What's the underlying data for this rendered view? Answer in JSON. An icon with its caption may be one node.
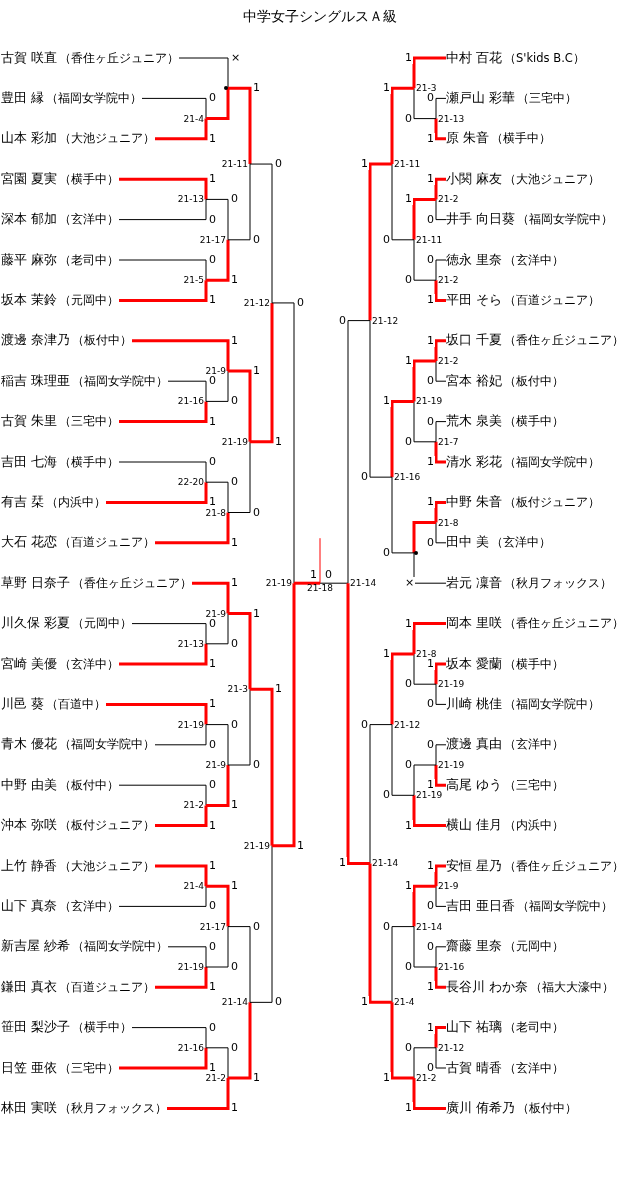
{
  "diagram": {
    "title": "中学女子シングルスＡ級",
    "nodes": [
      {
        "text": [
          "古賀 咲直",
          "（香住ヶ丘ジュニア）"
        ]
      },
      {
        "text": [
          "豊田 縁",
          "（福岡女学院中）"
        ]
      },
      {
        "text": [
          "山本 彩加",
          "（大池ジュニア）"
        ]
      },
      {
        "text": [
          "宮園 夏実",
          "（横手中）"
        ]
      },
      {
        "text": [
          "深本 郁加",
          "（玄洋中）"
        ]
      },
      {
        "text": [
          "藤平 麻弥",
          "（老司中）"
        ]
      },
      {
        "text": [
          "坂本 茉鈴",
          "（元岡中）"
        ]
      },
      {
        "text": [
          "渡邊 奈津乃",
          "（板付中）"
        ]
      },
      {
        "text": [
          "稲吉 珠理亜",
          "（福岡女学院中）"
        ]
      },
      {
        "text": [
          "古賀 朱里",
          "（三宅中）"
        ]
      },
      {
        "text": [
          "吉田 七海",
          "（横手中）"
        ]
      },
      {
        "text": [
          "有吉 栞",
          "（内浜中）"
        ]
      },
      {
        "text": [
          "大石 花恋",
          "（百道ジュニア）"
        ]
      },
      {
        "text": [
          "草野 日奈子",
          "（香住ヶ丘ジュニア）"
        ]
      },
      {
        "text": [
          "川久保 彩夏",
          "（元岡中）"
        ]
      },
      {
        "text": [
          "宮崎 美優",
          "（玄洋中）"
        ]
      },
      {
        "text": [
          "川邑 葵",
          "（百道中）"
        ]
      },
      {
        "text": [
          "青木 優花",
          "（福岡女学院中）"
        ]
      },
      {
        "text": [
          "中野 由美",
          "（板付中）"
        ]
      },
      {
        "text": [
          "沖本 弥咲",
          "（板付ジュニア）"
        ]
      },
      {
        "text": [
          "上竹 静香",
          "（大池ジュニア）"
        ]
      },
      {
        "text": [
          "山下 真奈",
          "（玄洋中）"
        ]
      },
      {
        "text": [
          "新吉屋 紗希",
          "（福岡女学院中）"
        ]
      },
      {
        "text": [
          "鎌田 真衣",
          "（百道ジュニア）"
        ]
      },
      {
        "text": [
          "笹田 梨沙子",
          "（横手中）"
        ]
      },
      {
        "text": [
          "日笠 亜依",
          "（三宅中）"
        ]
      },
      {
        "text": [
          "林田 実咲",
          "（秋月フォックス）"
        ]
      },
      {
        "text": [
          "中村 百花",
          "（S'kids B.C）"
        ]
      },
      {
        "text": [
          "瀬戸山 彩華",
          "（三宅中）"
        ]
      },
      {
        "text": [
          "原 朱音",
          "（横手中）"
        ]
      },
      {
        "text": [
          "小関 麻友",
          "（大池ジュニア）"
        ]
      },
      {
        "text": [
          "井手 向日葵",
          "（福岡女学院中）"
        ]
      },
      {
        "text": [
          "徳永 里奈",
          "（玄洋中）"
        ]
      },
      {
        "text": [
          "平田 そら",
          "（百道ジュニア）"
        ]
      },
      {
        "text": [
          "坂口 千夏",
          "（香住ヶ丘ジュニア）"
        ]
      },
      {
        "text": [
          "宮本 裕妃",
          "（板付中）"
        ]
      },
      {
        "text": [
          "荒木 泉美",
          "（横手中）"
        ]
      },
      {
        "text": [
          "清水 彩花",
          "（福岡女学院中）"
        ]
      },
      {
        "text": [
          "中野 朱音",
          "（板付ジュニア）"
        ]
      },
      {
        "text": [
          "田中 美",
          "（玄洋中）"
        ]
      },
      {
        "text": [
          "岩元 凜音",
          "（秋月フォックス）"
        ]
      },
      {
        "text": [
          "岡本 里咲",
          "（香住ヶ丘ジュニア）"
        ]
      },
      {
        "text": [
          "坂本 愛蘭",
          "（横手中）"
        ]
      },
      {
        "text": [
          "川崎 桃佳",
          "（福岡女学院中）"
        ]
      },
      {
        "text": [
          "渡邊 真由",
          "（玄洋中）"
        ]
      },
      {
        "text": [
          "高尾 ゆう",
          "（三宅中）"
        ]
      },
      {
        "text": [
          "横山 佳月",
          "（内浜中）"
        ]
      },
      {
        "text": [
          "安恒 星乃",
          "（香住ヶ丘ジュニア）"
        ]
      },
      {
        "text": [
          "吉田 亜日香",
          "（福岡女学院中）"
        ]
      },
      {
        "text": [
          "齋藤 里奈",
          "（元岡中）"
        ]
      },
      {
        "text": [
          "長谷川 わか奈",
          "（福大大濠中）"
        ]
      },
      {
        "text": [
          "山下 祐璃",
          "（老司中）"
        ]
      },
      {
        "text": [
          "古賀 晴香",
          "（玄洋中）"
        ]
      },
      {
        "text": [
          "廣川 侑希乃",
          "（板付中）"
        ]
      },
      {
        "text": [
          "21-4"
        ]
      },
      {
        "text": [],
        "shape": "point"
      },
      {
        "text": [
          "21-13"
        ]
      },
      {
        "text": [
          "21-5"
        ]
      },
      {
        "text": [
          "21-17"
        ]
      },
      {
        "text": [
          "21-11"
        ]
      },
      {
        "text": [
          "21-16"
        ]
      },
      {
        "text": [
          "21-9"
        ]
      },
      {
        "text": [
          "22-20"
        ]
      },
      {
        "text": [
          "21-8"
        ]
      },
      {
        "text": [
          "21-19"
        ]
      },
      {
        "text": [
          "21-12"
        ]
      },
      {
        "text": [
          "21-13"
        ]
      },
      {
        "text": [
          "21-9"
        ]
      },
      {
        "text": [
          "21-19"
        ]
      },
      {
        "text": [
          "21-2"
        ]
      },
      {
        "text": [
          "21-9"
        ]
      },
      {
        "text": [
          "21-3"
        ]
      },
      {
        "text": [
          "21-4"
        ]
      },
      {
        "text": [
          "21-19"
        ]
      },
      {
        "text": [
          "21-17"
        ]
      },
      {
        "text": [
          "21-16"
        ]
      },
      {
        "text": [
          "21-2"
        ]
      },
      {
        "text": [
          "21-14"
        ]
      },
      {
        "text": [
          "21-19"
        ]
      },
      {
        "text": [
          "21-19"
        ]
      },
      {
        "text": [
          "21-18"
        ]
      },
      {
        "text": [
          "21-13"
        ]
      },
      {
        "text": [
          "21-3"
        ]
      },
      {
        "text": [
          "21-2"
        ]
      },
      {
        "text": [
          "21-2"
        ]
      },
      {
        "text": [
          "21-11"
        ]
      },
      {
        "text": [
          "21-11"
        ]
      },
      {
        "text": [
          "21-2"
        ]
      },
      {
        "text": [
          "21-7"
        ]
      },
      {
        "text": [
          "21-19"
        ]
      },
      {
        "text": [
          "21-8"
        ]
      },
      {
        "text": [],
        "shape": "point"
      },
      {
        "text": [
          "21-16"
        ]
      },
      {
        "text": [
          "21-12"
        ]
      },
      {
        "text": [
          "21-19"
        ]
      },
      {
        "text": [
          "21-8"
        ]
      },
      {
        "text": [
          "21-19"
        ]
      },
      {
        "text": [
          "21-19"
        ]
      },
      {
        "text": [
          "21-12"
        ]
      },
      {
        "text": [
          "21-9"
        ]
      },
      {
        "text": [
          "21-16"
        ]
      },
      {
        "text": [
          "21-14"
        ]
      },
      {
        "text": [
          "21-12"
        ]
      },
      {
        "text": [
          "21-2"
        ]
      },
      {
        "text": [
          "21-4"
        ]
      },
      {
        "text": [
          "21-14"
        ]
      },
      {
        "text": [
          "21-14"
        ]
      }
    ],
    "edges": [
      {
        "from": 1,
        "to": 54,
        "arrow": "none",
        "label": "0",
        "color": "#000000"
      },
      {
        "from": 2,
        "to": 54,
        "arrow": "none",
        "label": "1",
        "style": "thick",
        "color": "#ff0000"
      },
      {
        "from": 0,
        "to": 55,
        "arrow": "none",
        "label": "×",
        "color": "#000000"
      },
      {
        "from": 54,
        "to": 55,
        "arrow": "none",
        "style": "thick",
        "color": "#ff0000"
      },
      {
        "from": 3,
        "to": 56,
        "arrow": "none",
        "label": "1",
        "style": "thick",
        "color": "#ff0000"
      },
      {
        "from": 4,
        "to": 56,
        "arrow": "none",
        "label": "0",
        "color": "#000000"
      },
      {
        "from": 5,
        "to": 57,
        "arrow": "none",
        "label": "0",
        "color": "#000000"
      },
      {
        "from": 6,
        "to": 57,
        "arrow": "none",
        "label": "1",
        "style": "thick",
        "color": "#ff0000"
      },
      {
        "from": 56,
        "to": 58,
        "arrow": "none",
        "label": "0",
        "color": "#000000"
      },
      {
        "from": 57,
        "to": 58,
        "arrow": "none",
        "label": "1",
        "style": "thick",
        "color": "#ff0000"
      },
      {
        "from": 55,
        "to": 59,
        "arrow": "none",
        "label": "1",
        "style": "thick",
        "color": "#ff0000"
      },
      {
        "from": 58,
        "to": 59,
        "arrow": "none",
        "label": "0",
        "color": "#000000"
      },
      {
        "from": 8,
        "to": 60,
        "arrow": "none",
        "label": "0",
        "color": "#000000"
      },
      {
        "from": 9,
        "to": 60,
        "arrow": "none",
        "label": "1",
        "style": "thick",
        "color": "#ff0000"
      },
      {
        "from": 7,
        "to": 61,
        "arrow": "none",
        "label": "1",
        "style": "thick",
        "color": "#ff0000"
      },
      {
        "from": 60,
        "to": 61,
        "arrow": "none",
        "label": "0",
        "color": "#000000"
      },
      {
        "from": 10,
        "to": 62,
        "arrow": "none",
        "label": "0",
        "color": "#000000"
      },
      {
        "from": 11,
        "to": 62,
        "arrow": "none",
        "label": "1",
        "style": "thick",
        "color": "#ff0000"
      },
      {
        "from": 62,
        "to": 63,
        "arrow": "none",
        "label": "0",
        "color": "#000000"
      },
      {
        "from": 12,
        "to": 63,
        "arrow": "none",
        "label": "1",
        "style": "thick",
        "color": "#ff0000"
      },
      {
        "from": 61,
        "to": 64,
        "arrow": "none",
        "label": "1",
        "style": "thick",
        "color": "#ff0000"
      },
      {
        "from": 63,
        "to": 64,
        "arrow": "none",
        "label": "0",
        "color": "#000000"
      },
      {
        "from": 59,
        "to": 65,
        "arrow": "none",
        "label": "0",
        "color": "#000000"
      },
      {
        "from": 64,
        "to": 65,
        "arrow": "none",
        "label": "1",
        "style": "thick",
        "color": "#ff0000"
      },
      {
        "from": 14,
        "to": 66,
        "arrow": "none",
        "label": "0",
        "color": "#000000"
      },
      {
        "from": 15,
        "to": 66,
        "arrow": "none",
        "label": "1",
        "style": "thick",
        "color": "#ff0000"
      },
      {
        "from": 13,
        "to": 67,
        "arrow": "none",
        "label": "1",
        "style": "thick",
        "color": "#ff0000"
      },
      {
        "from": 66,
        "to": 67,
        "arrow": "none",
        "label": "0",
        "color": "#000000"
      },
      {
        "from": 16,
        "to": 68,
        "arrow": "none",
        "label": "1",
        "style": "thick",
        "color": "#ff0000"
      },
      {
        "from": 17,
        "to": 68,
        "arrow": "none",
        "label": "0",
        "color": "#000000"
      },
      {
        "from": 18,
        "to": 69,
        "arrow": "none",
        "label": "0",
        "color": "#000000"
      },
      {
        "from": 19,
        "to": 69,
        "arrow": "none",
        "label": "1",
        "style": "thick",
        "color": "#ff0000"
      },
      {
        "from": 68,
        "to": 70,
        "arrow": "none",
        "label": "0",
        "color": "#000000"
      },
      {
        "from": 69,
        "to": 70,
        "arrow": "none",
        "label": "1",
        "style": "thick",
        "color": "#ff0000"
      },
      {
        "from": 67,
        "to": 71,
        "arrow": "none",
        "label": "1",
        "style": "thick",
        "color": "#ff0000"
      },
      {
        "from": 70,
        "to": 71,
        "arrow": "none",
        "label": "0",
        "color": "#000000"
      },
      {
        "from": 20,
        "to": 72,
        "arrow": "none",
        "label": "1",
        "style": "thick",
        "color": "#ff0000"
      },
      {
        "from": 21,
        "to": 72,
        "arrow": "none",
        "label": "0",
        "color": "#000000"
      },
      {
        "from": 22,
        "to": 73,
        "arrow": "none",
        "label": "0",
        "color": "#000000"
      },
      {
        "from": 23,
        "to": 73,
        "arrow": "none",
        "label": "1",
        "style": "thick",
        "color": "#ff0000"
      },
      {
        "from": 72,
        "to": 74,
        "arrow": "none",
        "label": "1",
        "style": "thick",
        "color": "#ff0000"
      },
      {
        "from": 73,
        "to": 74,
        "arrow": "none",
        "label": "0",
        "color": "#000000"
      },
      {
        "from": 24,
        "to": 75,
        "arrow": "none",
        "label": "0",
        "color": "#000000"
      },
      {
        "from": 25,
        "to": 75,
        "arrow": "none",
        "label": "1",
        "style": "thick",
        "color": "#ff0000"
      },
      {
        "from": 75,
        "to": 76,
        "arrow": "none",
        "label": "0",
        "color": "#000000"
      },
      {
        "from": 26,
        "to": 76,
        "arrow": "none",
        "label": "1",
        "style": "thick",
        "color": "#ff0000"
      },
      {
        "from": 74,
        "to": 77,
        "arrow": "none",
        "label": "0",
        "color": "#000000"
      },
      {
        "from": 76,
        "to": 77,
        "arrow": "none",
        "label": "1",
        "style": "thick",
        "color": "#ff0000"
      },
      {
        "from": 71,
        "to": 78,
        "arrow": "none",
        "label": "1",
        "style": "thick",
        "color": "#ff0000"
      },
      {
        "from": 77,
        "to": 78,
        "arrow": "none",
        "label": "0",
        "color": "#000000"
      },
      {
        "from": 65,
        "to": 79,
        "arrow": "none",
        "label": "0",
        "color": "#000000"
      },
      {
        "from": 78,
        "to": 79,
        "arrow": "none",
        "label": "1",
        "style": "thick",
        "color": "#ff0000"
      },
      {
        "from": 79,
        "to": 80,
        "arrow": "none",
        "label": "1",
        "style": "thick",
        "color": "#ff0000"
      },
      {
        "from": 106,
        "to": 80,
        "arrow": "none",
        "label": "0",
        "color": "#000000"
      },
      {
        "from": 80,
        "to": null,
        "arrow": "none",
        "color": "#ff0000"
      },
      {
        "from": 28,
        "to": 81,
        "arrow": "none",
        "label": "0",
        "color": "#000000"
      },
      {
        "from": 29,
        "to": 81,
        "arrow": "none",
        "label": "1",
        "style": "thick",
        "color": "#ff0000"
      },
      {
        "from": 27,
        "to": 82,
        "arrow": "none",
        "label": "1",
        "style": "thick",
        "color": "#ff0000"
      },
      {
        "from": 81,
        "to": 82,
        "arrow": "none",
        "label": "0",
        "color": "#000000"
      },
      {
        "from": 30,
        "to": 83,
        "arrow": "none",
        "label": "1",
        "style": "thick",
        "color": "#ff0000"
      },
      {
        "from": 31,
        "to": 83,
        "arrow": "none",
        "label": "0",
        "color": "#000000"
      },
      {
        "from": 32,
        "to": 84,
        "arrow": "none",
        "label": "0",
        "color": "#000000"
      },
      {
        "from": 33,
        "to": 84,
        "arrow": "none",
        "label": "1",
        "style": "thick",
        "color": "#ff0000"
      },
      {
        "from": 83,
        "to": 85,
        "arrow": "none",
        "label": "1",
        "style": "thick",
        "color": "#ff0000"
      },
      {
        "from": 84,
        "to": 85,
        "arrow": "none",
        "label": "0",
        "color": "#000000"
      },
      {
        "from": 82,
        "to": 86,
        "arrow": "none",
        "label": "1",
        "style": "thick",
        "color": "#ff0000"
      },
      {
        "from": 85,
        "to": 86,
        "arrow": "none",
        "label": "0",
        "color": "#000000"
      },
      {
        "from": 34,
        "to": 87,
        "arrow": "none",
        "label": "1",
        "style": "thick",
        "color": "#ff0000"
      },
      {
        "from": 35,
        "to": 87,
        "arrow": "none",
        "label": "0",
        "color": "#000000"
      },
      {
        "from": 36,
        "to": 88,
        "arrow": "none",
        "label": "0",
        "color": "#000000"
      },
      {
        "from": 37,
        "to": 88,
        "arrow": "none",
        "label": "1",
        "style": "thick",
        "color": "#ff0000"
      },
      {
        "from": 87,
        "to": 89,
        "arrow": "none",
        "label": "1",
        "style": "thick",
        "color": "#ff0000"
      },
      {
        "from": 88,
        "to": 89,
        "arrow": "none",
        "label": "0",
        "color": "#000000"
      },
      {
        "from": 38,
        "to": 90,
        "arrow": "none",
        "label": "1",
        "style": "thick",
        "color": "#ff0000"
      },
      {
        "from": 39,
        "to": 90,
        "arrow": "none",
        "label": "0",
        "color": "#000000"
      },
      {
        "from": 90,
        "to": 91,
        "arrow": "none",
        "style": "thick",
        "color": "#ff0000"
      },
      {
        "from": 40,
        "to": 91,
        "arrow": "none",
        "label": "×",
        "color": "#000000"
      },
      {
        "from": 89,
        "to": 92,
        "arrow": "none",
        "label": "1",
        "style": "thick",
        "color": "#ff0000"
      },
      {
        "from": 91,
        "to": 92,
        "arrow": "none",
        "label": "0",
        "color": "#000000"
      },
      {
        "from": 86,
        "to": 93,
        "arrow": "none",
        "label": "1",
        "style": "thick",
        "color": "#ff0000"
      },
      {
        "from": 92,
        "to": 93,
        "arrow": "none",
        "label": "0",
        "color": "#000000"
      },
      {
        "from": 42,
        "to": 94,
        "arrow": "none",
        "label": "1",
        "style": "thick",
        "color": "#ff0000"
      },
      {
        "from": 43,
        "to": 94,
        "arrow": "none",
        "label": "0",
        "color": "#000000"
      },
      {
        "from": 41,
        "to": 95,
        "arrow": "none",
        "label": "1",
        "style": "thick",
        "color": "#ff0000"
      },
      {
        "from": 94,
        "to": 95,
        "arrow": "none",
        "label": "0",
        "color": "#000000"
      },
      {
        "from": 44,
        "to": 96,
        "arrow": "none",
        "label": "0",
        "color": "#000000"
      },
      {
        "from": 45,
        "to": 96,
        "arrow": "none",
        "label": "1",
        "style": "thick",
        "color": "#ff0000"
      },
      {
        "from": 96,
        "to": 97,
        "arrow": "none",
        "label": "0",
        "color": "#000000"
      },
      {
        "from": 46,
        "to": 97,
        "arrow": "none",
        "label": "1",
        "style": "thick",
        "color": "#ff0000"
      },
      {
        "from": 95,
        "to": 98,
        "arrow": "none",
        "label": "1",
        "style": "thick",
        "color": "#ff0000"
      },
      {
        "from": 97,
        "to": 98,
        "arrow": "none",
        "label": "0",
        "color": "#000000"
      },
      {
        "from": 47,
        "to": 99,
        "arrow": "none",
        "label": "1",
        "style": "thick",
        "color": "#ff0000"
      },
      {
        "from": 48,
        "to": 99,
        "arrow": "none",
        "label": "0",
        "color": "#000000"
      },
      {
        "from": 49,
        "to": 100,
        "arrow": "none",
        "label": "0",
        "color": "#000000"
      },
      {
        "from": 50,
        "to": 100,
        "arrow": "none",
        "label": "1",
        "style": "thick",
        "color": "#ff0000"
      },
      {
        "from": 99,
        "to": 101,
        "arrow": "none",
        "label": "1",
        "style": "thick",
        "color": "#ff0000"
      },
      {
        "from": 100,
        "to": 101,
        "arrow": "none",
        "label": "0",
        "color": "#000000"
      },
      {
        "from": 51,
        "to": 102,
        "arrow": "none",
        "label": "1",
        "style": "thick",
        "color": "#ff0000"
      },
      {
        "from": 52,
        "to": 102,
        "arrow": "none",
        "label": "0",
        "color": "#000000"
      },
      {
        "from": 102,
        "to": 103,
        "arrow": "none",
        "label": "0",
        "color": "#000000"
      },
      {
        "from": 53,
        "to": 103,
        "arrow": "none",
        "label": "1",
        "style": "thick",
        "color": "#ff0000"
      },
      {
        "from": 101,
        "to": 104,
        "arrow": "none",
        "label": "0",
        "color": "#000000"
      },
      {
        "from": 103,
        "to": 104,
        "arrow": "none",
        "label": "1",
        "style": "thick",
        "color": "#ff0000"
      },
      {
        "from": 98,
        "to": 105,
        "arrow": "none",
        "label": "0",
        "color": "#000000"
      },
      {
        "from": 104,
        "to": 105,
        "arrow": "none",
        "label": "1",
        "style": "thick",
        "color": "#ff0000"
      },
      {
        "from": 93,
        "to": 106,
        "arrow": "none",
        "label": "0",
        "color": "#000000"
      },
      {
        "from": 105,
        "to": 106,
        "arrow": "none",
        "label": "1",
        "style": "thick",
        "color": "#ff0000"
      }
    ]
  }
}
